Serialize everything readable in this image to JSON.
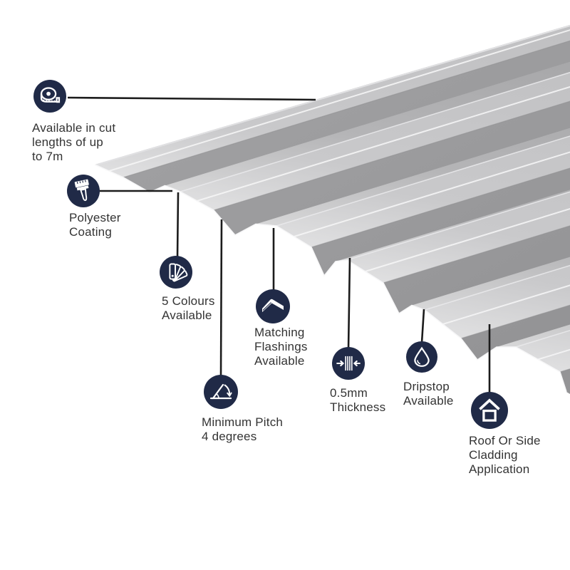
{
  "colors": {
    "background": "#ffffff",
    "icon_circle": "#202a47",
    "icon_glyph": "#ffffff",
    "label_text": "#333333",
    "leader_line": "#1c1c1c",
    "sheet_pan": "#9a9a9c",
    "sheet_flange_light": "#e2e2e3",
    "sheet_flange_dark": "#bebec0",
    "sheet_web_light": "#d8d8d9",
    "sheet_web_dark": "#a1a1a3",
    "sheet_edge_highlight": "#f7f7f8",
    "sheet_back_edge": "#e1e1e3"
  },
  "features": [
    {
      "id": "cut-lengths",
      "icon": "tape-measure-icon",
      "label": "Available in cut\nlengths of up\nto 7m"
    },
    {
      "id": "polyester-coating",
      "icon": "paintbrush-icon",
      "label": "Polyester\nCoating"
    },
    {
      "id": "colours",
      "icon": "colour-fan-icon",
      "label": "5 Colours\nAvailable"
    },
    {
      "id": "minimum-pitch",
      "icon": "pitch-angle-icon",
      "label": "Minimum Pitch\n4 degrees"
    },
    {
      "id": "flashings",
      "icon": "flashing-icon",
      "label": "Matching\nFlashings\nAvailable"
    },
    {
      "id": "thickness",
      "icon": "thickness-icon",
      "label": "0.5mm\nThickness"
    },
    {
      "id": "dripstop",
      "icon": "droplet-icon",
      "label": "Dripstop\nAvailable"
    },
    {
      "id": "cladding",
      "icon": "house-icon",
      "label": "Roof Or Side\nCladding\nApplication"
    }
  ]
}
